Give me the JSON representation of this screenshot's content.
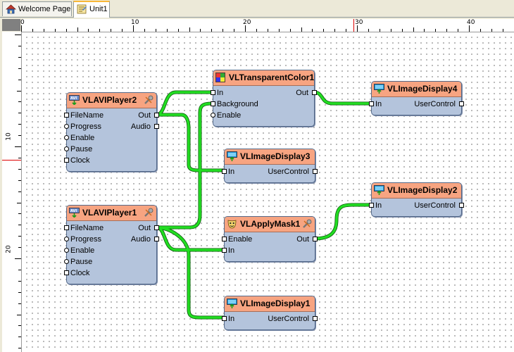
{
  "tabs": [
    {
      "label": "Welcome Page",
      "icon": "home-icon",
      "active": false
    },
    {
      "label": "Unit1",
      "icon": "unit-icon",
      "active": true
    }
  ],
  "rulers": {
    "horizontal": [
      "0",
      "10",
      "20",
      "30",
      "40"
    ],
    "vertical": [
      "10",
      "20"
    ]
  },
  "components": {
    "player2": {
      "title": "VLAVIPlayer2",
      "inputs": [
        "FileName",
        "Progress",
        "Enable",
        "Pause",
        "Clock"
      ],
      "outputs": [
        "Out",
        "Audio"
      ]
    },
    "player1": {
      "title": "VLAVIPlayer1",
      "inputs": [
        "FileName",
        "Progress",
        "Enable",
        "Pause",
        "Clock"
      ],
      "outputs": [
        "Out",
        "Audio"
      ]
    },
    "transparent": {
      "title": "VLTransparentColor1",
      "inputs": [
        "In",
        "Background",
        "Enable"
      ],
      "outputs": [
        "Out"
      ]
    },
    "display3": {
      "title": "VLImageDisplay3",
      "inputs": [
        "In"
      ],
      "outputs": [
        "UserControl"
      ]
    },
    "mask": {
      "title": "VLApplyMask1",
      "inputs": [
        "Enable",
        "In"
      ],
      "outputs": [
        "Out"
      ]
    },
    "display1": {
      "title": "VLImageDisplay1",
      "inputs": [
        "In"
      ],
      "outputs": [
        "UserControl"
      ]
    },
    "display4": {
      "title": "VLImageDisplay4",
      "inputs": [
        "In"
      ],
      "outputs": [
        "UserControl"
      ]
    },
    "display2": {
      "title": "VLImageDisplay2",
      "inputs": [
        "In"
      ],
      "outputs": [
        "UserControl"
      ]
    }
  },
  "colors": {
    "header": "#f7a481",
    "body": "#b4c4dc",
    "wire": "#22dd22",
    "tab_accent": "#f9b838"
  }
}
